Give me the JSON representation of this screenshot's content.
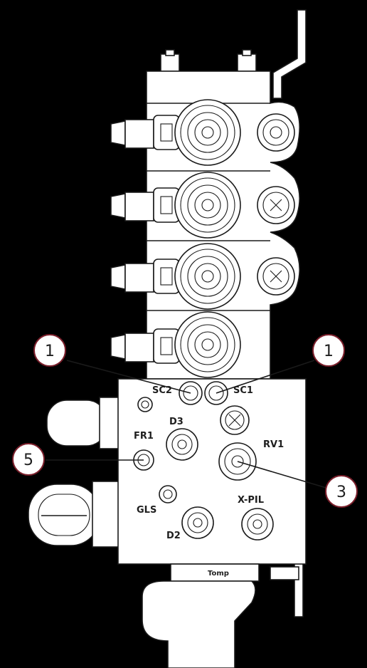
{
  "port_labels": {
    "sc2": "SC2",
    "sc1": "SC1",
    "d3": "D3",
    "fr1": "FR1",
    "rv1": "RV1",
    "gls": "GLS",
    "x_pil": "X-PIL",
    "d2": "D2"
  },
  "brand_text": "Tomp",
  "callouts": {
    "sc2_number": "1",
    "sc1_number": "1",
    "fr1_number": "5",
    "rv1_number": "3"
  },
  "colors": {
    "background": "#000000",
    "outline": "#1a1a1a",
    "callout_border": "#7a1f2b",
    "body": "#ffffff"
  }
}
